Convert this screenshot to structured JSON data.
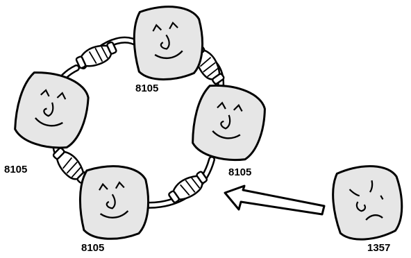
{
  "diagram": {
    "ring_members": [
      {
        "id": "top",
        "label": "8105",
        "mood": "happy"
      },
      {
        "id": "right",
        "label": "8105",
        "mood": "happy"
      },
      {
        "id": "bottom",
        "label": "8105",
        "mood": "happy"
      },
      {
        "id": "left",
        "label": "8105",
        "mood": "happy"
      }
    ],
    "outsider": {
      "id": "outsider",
      "label": "1357",
      "mood": "sad"
    },
    "colors": {
      "stroke": "#000000",
      "face_fill": "#e6e6e6",
      "background": "#ffffff"
    },
    "icons": [
      "handshake-icon",
      "arrow-icon"
    ]
  }
}
